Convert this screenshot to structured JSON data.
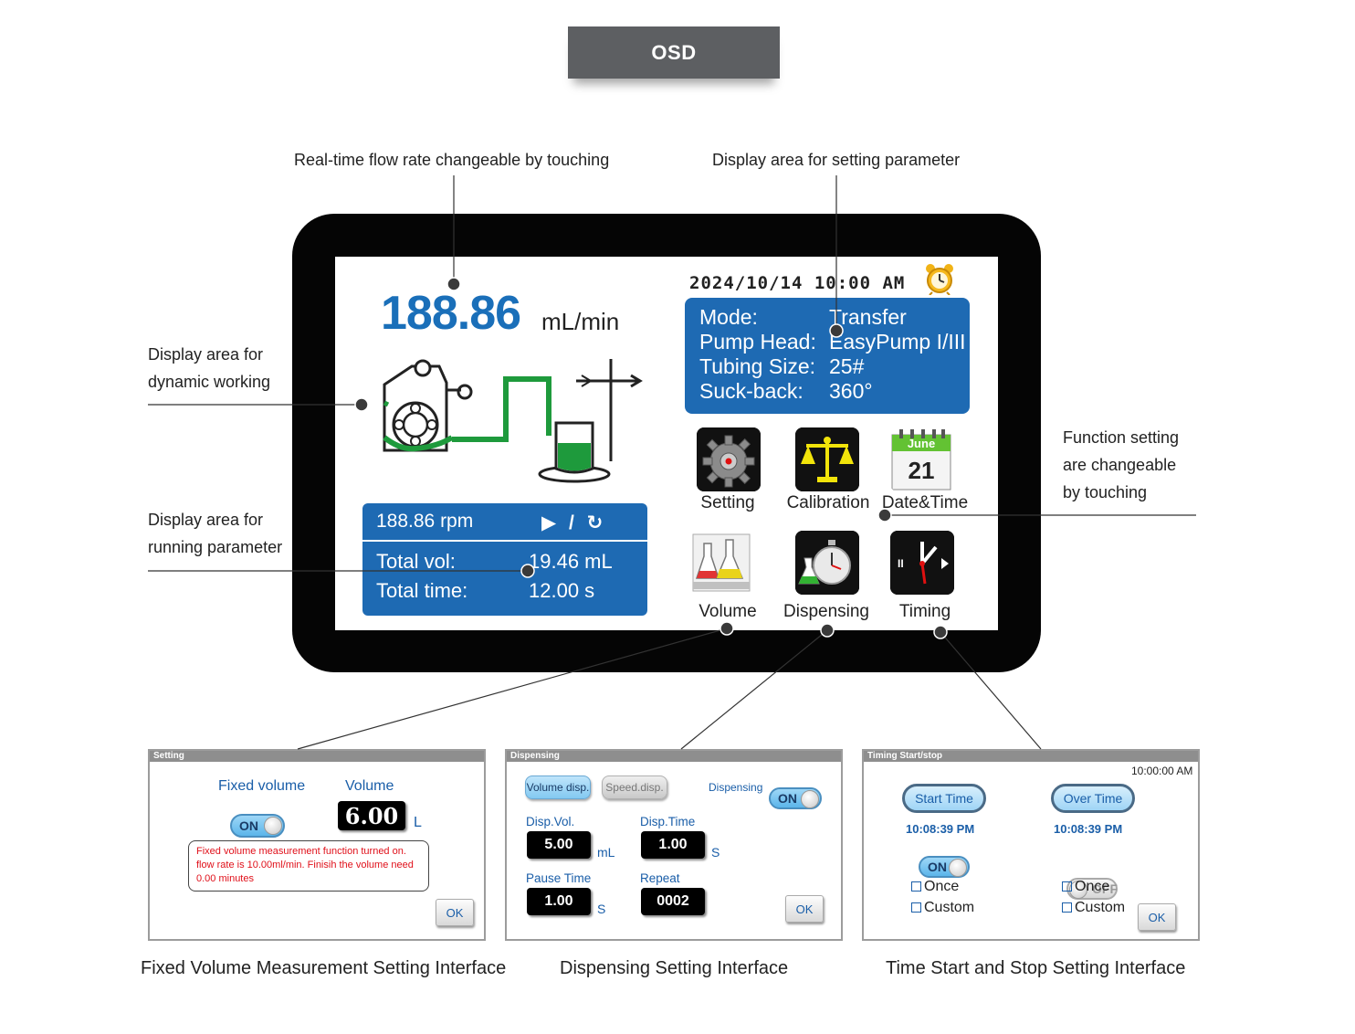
{
  "header": {
    "title": "OSD"
  },
  "callouts": {
    "flow_rate": "Real-time flow rate changeable by touching",
    "setting_param": "Display area for setting parameter",
    "dynamic_1": "Display area for",
    "dynamic_2": "dynamic working",
    "running_1": "Display area for",
    "running_2": "running parameter",
    "function_1": "Function setting",
    "function_2": "are changeable",
    "function_3": "by touching"
  },
  "screen": {
    "datetime": "2024/10/14 10:00 AM",
    "flow_value": "188.86",
    "flow_unit": "mL/min",
    "params": [
      {
        "key": "Mode:",
        "value": "Transfer"
      },
      {
        "key": "Pump Head:",
        "value": "EasyPump I/III"
      },
      {
        "key": "Tubing Size:",
        "value": "25#"
      },
      {
        "key": "Suck-back:",
        "value": "360°"
      }
    ],
    "running": {
      "rpm": "188.86 rpm",
      "controls": "▶ / ↻",
      "vol_label": "Total vol:",
      "vol_value": "19.46  mL",
      "time_label": "Total time:",
      "time_value": "12.00  s"
    },
    "functions": [
      {
        "label": "Setting",
        "icon": "gear-icon"
      },
      {
        "label": "Calibration",
        "icon": "scale-icon"
      },
      {
        "label": "Date&Time",
        "icon": "calendar-icon"
      },
      {
        "label": "Volume",
        "icon": "flask-icon"
      },
      {
        "label": "Dispensing",
        "icon": "stopwatch-icon"
      },
      {
        "label": "Timing",
        "icon": "clock-icon"
      }
    ],
    "calendar": {
      "month": "June",
      "day": "21"
    }
  },
  "panels": {
    "setting": {
      "title": "Setting",
      "fixed_volume_label": "Fixed volume",
      "volume_label": "Volume",
      "toggle": "ON",
      "volume_value": "6.00",
      "volume_unit": "L",
      "note_1": "Fixed volume measurement function turned on.",
      "note_2": "flow rate is 10.00ml/min. Finisih the volume need",
      "note_3": "0.00 minutes",
      "ok": "OK"
    },
    "dispensing": {
      "title": "Dispensing",
      "volume_disp": "Volume disp.",
      "speed_disp": "Speed.disp.",
      "dispensing_label": "Dispensing",
      "toggle": "ON",
      "disp_vol_label": "Disp.Vol.",
      "disp_vol_value": "5.00",
      "disp_vol_unit": "mL",
      "disp_time_label": "Disp.Time",
      "disp_time_value": "1.00",
      "disp_time_unit": "S",
      "pause_label": "Pause Time",
      "pause_value": "1.00",
      "pause_unit": "S",
      "repeat_label": "Repeat",
      "repeat_value": "0002",
      "ok": "OK"
    },
    "timing": {
      "title": "Timing Start/stop",
      "clock": "10:00:00 AM",
      "start_btn": "Start Time",
      "over_btn": "Over Time",
      "start_time": "10:08:39 PM",
      "over_time": "10:08:39 PM",
      "start_toggle": "ON",
      "over_toggle": "OFF",
      "once": "Once",
      "custom": "Custom",
      "ok": "OK"
    }
  },
  "captions": {
    "setting": "Fixed Volume Measurement Setting Interface",
    "dispensing": "Dispensing Setting Interface",
    "timing": "Time Start and Stop Setting Interface"
  },
  "colors": {
    "accent_blue": "#1e6ab3",
    "flow_blue": "#1a6fb9",
    "tube_green": "#1e9a3c",
    "alert_red": "#e0101a"
  }
}
